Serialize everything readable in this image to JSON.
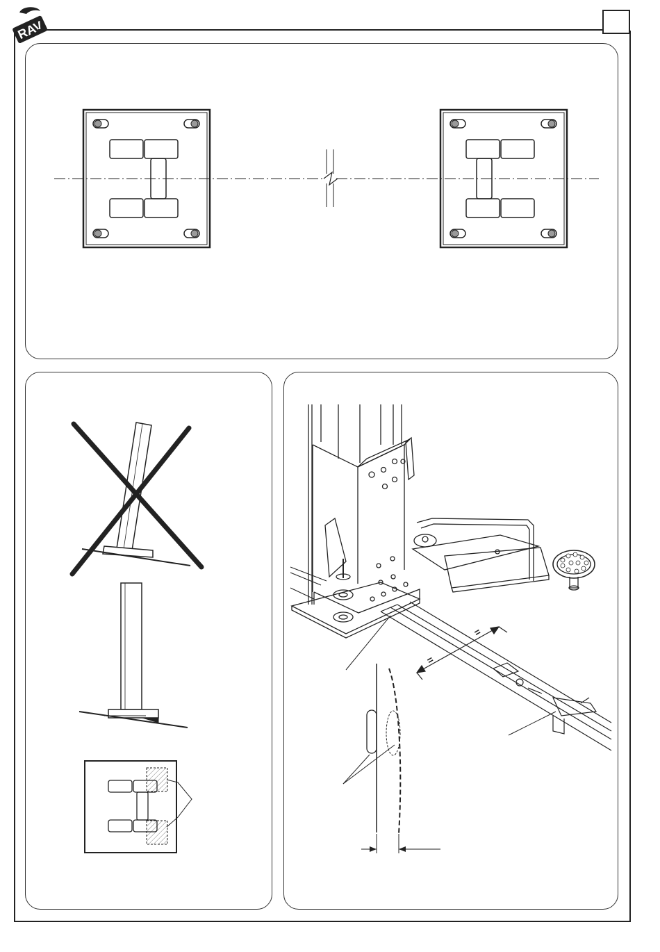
{
  "header": {
    "logo_text": "RAV",
    "page_number": ""
  },
  "figures": {
    "top": {
      "description_icon": "baseplate-alignment-drawing"
    },
    "bottom_left": {
      "description_icon": "column-plumb-drawing"
    },
    "bottom_right": {
      "description_icon": "lift-arm-assembly-drawing"
    }
  },
  "annotations": {
    "equal_mark_1": "=",
    "equal_mark_2": "="
  },
  "colors": {
    "line": "#222222",
    "hole_fill": "#9a9a9a",
    "background": "#ffffff"
  }
}
